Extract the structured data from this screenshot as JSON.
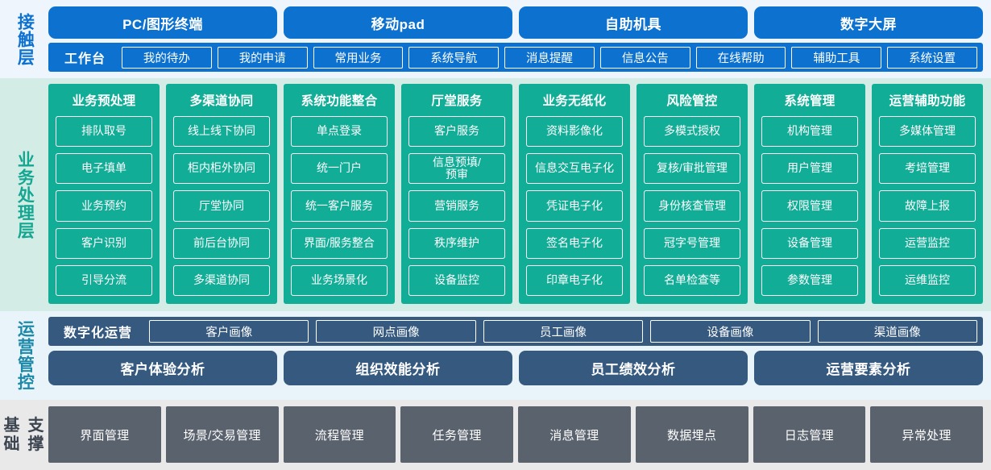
{
  "layers": {
    "access": {
      "rail_label": "接触层",
      "channels": [
        "PC/图形终端",
        "移动pad",
        "自助机具",
        "数字大屏"
      ],
      "workbench_title": "工作台",
      "workbench_items": [
        "我的待办",
        "我的申请",
        "常用业务",
        "系统导航",
        "消息提醒",
        "信息公告",
        "在线帮助",
        "辅助工具",
        "系统设置"
      ]
    },
    "business": {
      "rail_label": "业务处理层",
      "columns": [
        {
          "title": "业务预处理",
          "items": [
            "排队取号",
            "电子填单",
            "业务预约",
            "客户识别",
            "引导分流"
          ]
        },
        {
          "title": "多渠道协同",
          "items": [
            "线上线下协同",
            "柜内柜外协同",
            "厅堂协同",
            "前后台协同",
            "多渠道协同"
          ]
        },
        {
          "title": "系统功能整合",
          "items": [
            "单点登录",
            "统一门户",
            "统一客户服务",
            "界面/服务整合",
            "业务场景化"
          ]
        },
        {
          "title": "厅堂服务",
          "items": [
            "客户服务",
            "信息预填/\n预审",
            "营销服务",
            "秩序维护",
            "设备监控"
          ]
        },
        {
          "title": "业务无纸化",
          "items": [
            "资料影像化",
            "信息交互电子化",
            "凭证电子化",
            "签名电子化",
            "印章电子化"
          ]
        },
        {
          "title": "风险管控",
          "items": [
            "多模式授权",
            "复核/审批管理",
            "身份核查管理",
            "冠字号管理",
            "名单检查等"
          ]
        },
        {
          "title": "系统管理",
          "items": [
            "机构管理",
            "用户管理",
            "权限管理",
            "设备管理",
            "参数管理"
          ]
        },
        {
          "title": "运营辅助功能",
          "items": [
            "多媒体管理",
            "考培管理",
            "故障上报",
            "运营监控",
            "运维监控"
          ]
        }
      ]
    },
    "operations": {
      "rail_label": "运营管控",
      "digital_title": "数字化运营",
      "portraits": [
        "客户画像",
        "网点画像",
        "员工画像",
        "设备画像",
        "渠道画像"
      ],
      "analyses": [
        "客户体验分析",
        "组织效能分析",
        "员工绩效分析",
        "运营要素分析"
      ]
    },
    "foundation": {
      "rail_label_line1": "基础",
      "rail_label_line2": "支撑",
      "items": [
        "界面管理",
        "场景/交易管理",
        "流程管理",
        "任务管理",
        "消息管理",
        "数据埋点",
        "日志管理",
        "异常处理"
      ]
    }
  },
  "colors": {
    "access_blue": "#0d72cf",
    "access_band_bg": "#eef5fd",
    "business_teal": "#12ad97",
    "business_band_bg": "#d3ece5",
    "operations_slate": "#35597f",
    "operations_band_bg": "#e8f4fa",
    "foundation_gray": "#5a626e",
    "foundation_band_bg": "#e9e9ea"
  }
}
